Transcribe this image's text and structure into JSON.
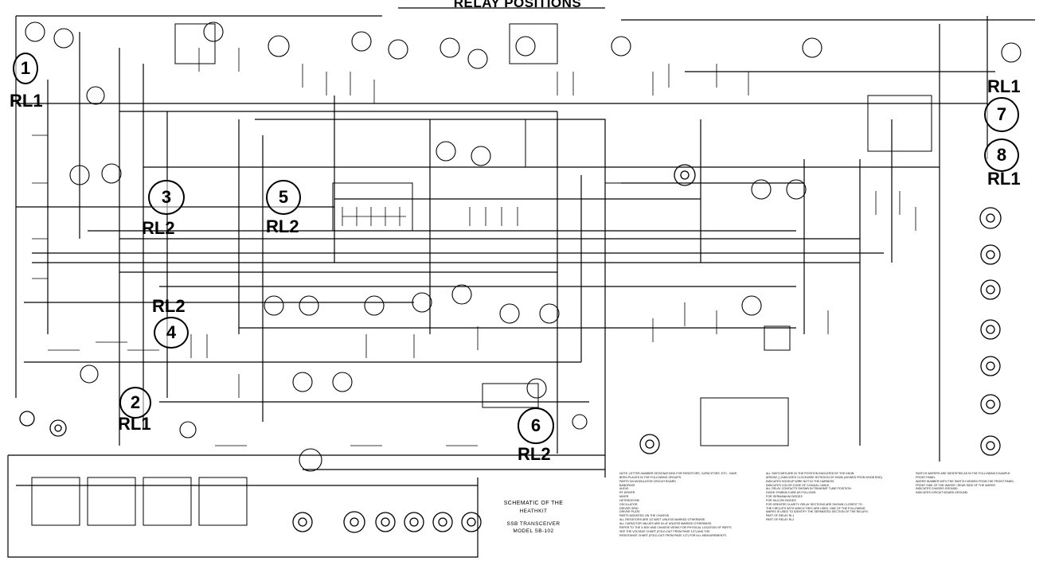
{
  "header": {
    "title": "RELAY POSITIONS"
  },
  "relay_markers": [
    {
      "number": "1",
      "relay": "RL1"
    },
    {
      "number": "2",
      "relay": "RL1"
    },
    {
      "number": "3",
      "relay": "RL2"
    },
    {
      "number": "4",
      "relay": "RL2"
    },
    {
      "number": "5",
      "relay": "RL2"
    },
    {
      "number": "6",
      "relay": "RL2"
    },
    {
      "number": "7",
      "relay": "RL1"
    },
    {
      "number": "8",
      "relay": "RL1"
    }
  ],
  "title_block": {
    "line1": "SCHEMATIC OF THE",
    "line2": "HEATHKIT",
    "line3": "SSB TRANSCEIVER",
    "line4": "MODEL SB-102"
  },
  "notes_column_1": [
    "NOTE: LETTER-NUMBER DESIGNATIONS FOR RESISTORS, CAPACITORS, ETC., HAVE",
    "BEEN PLACED IN THE FOLLOWING GROUPS:",
    "PARTS ON MODULATOR CIRCUIT BOARD",
    "BANDPASS",
    "AUDIO",
    "RF DRIVER",
    "MIXER",
    "HETERODYNE",
    "OSCILLATOR",
    "DRIVER GRID",
    "DRIVER PLATE",
    "PARTS MOUNTED ON THE CHASSIS",
    "ALL RESISTORS ARE 1/2 WATT UNLESS MARKED OTHERWISE.",
    "ALL CAPACITOR VALUES ARE IN uF UNLESS MARKED OTHERWISE.",
    "REFER TO THE X-RAY AND CHASSIS VIEWS FOR PHYSICAL LOCATION OF PARTS.",
    "SEE THE VOLTAGE CHART (FOLD-OUT FROM PAGE 127) AND THE",
    "RESISTANCE CHART (FOLD-OUT FROM PAGE 127) FOR ALL MEASUREMENTS."
  ],
  "notes_column_2": [
    "ALL SWITCHES ARE IN THE POSITION INDICATED BY THE KNOB",
    "ARROW ( ) INDICATES CLOCKWISE ROTATION OF KNOB (VIEWED FROM KNOB END).",
    "INDICATES HOOKUP WIRE NOT IN THE HARNESS.",
    "INDICATES COLOR CODE OF COAXIAL CABLE.",
    "ALL RELAY CONTACTS SHOWN IN TRANSMIT TUNE POSITION.",
    "DIODE SYMBOLS ARE AS FOLLOWS:",
    "FOR GERMANIUM DIODES",
    "FOR SILICON DIODES",
    "FOR GREATER CLARITY, RELAY SECTIONS ARE SHOWN CLOSEST TO",
    "THE CIRCUITS WITH WHICH THEY ARE USED. ONE OF THE FOLLOWING",
    "MARKS IS USED TO IDENTIFY THE SEPARATED SECTION OF THE RELAYS:",
    "PART OF RELAY RL1",
    "PART OF RELAY RL2"
  ],
  "notes_column_3": [
    "SWITCH WAFERS ARE IDENTIFIED AS IN THE FOLLOWING EXAMPLE:",
    "FRONT PANEL",
    "WAFER NUMBER WITH THE SWITCH VIEWED FROM THE FRONT PANEL",
    "FRONT SIDE OF THE WAFER / REAR SIDE OF THE WAFER",
    "INDICATES CHASSIS GROUND.",
    "INDICATES CIRCUIT BOARD GROUND."
  ]
}
